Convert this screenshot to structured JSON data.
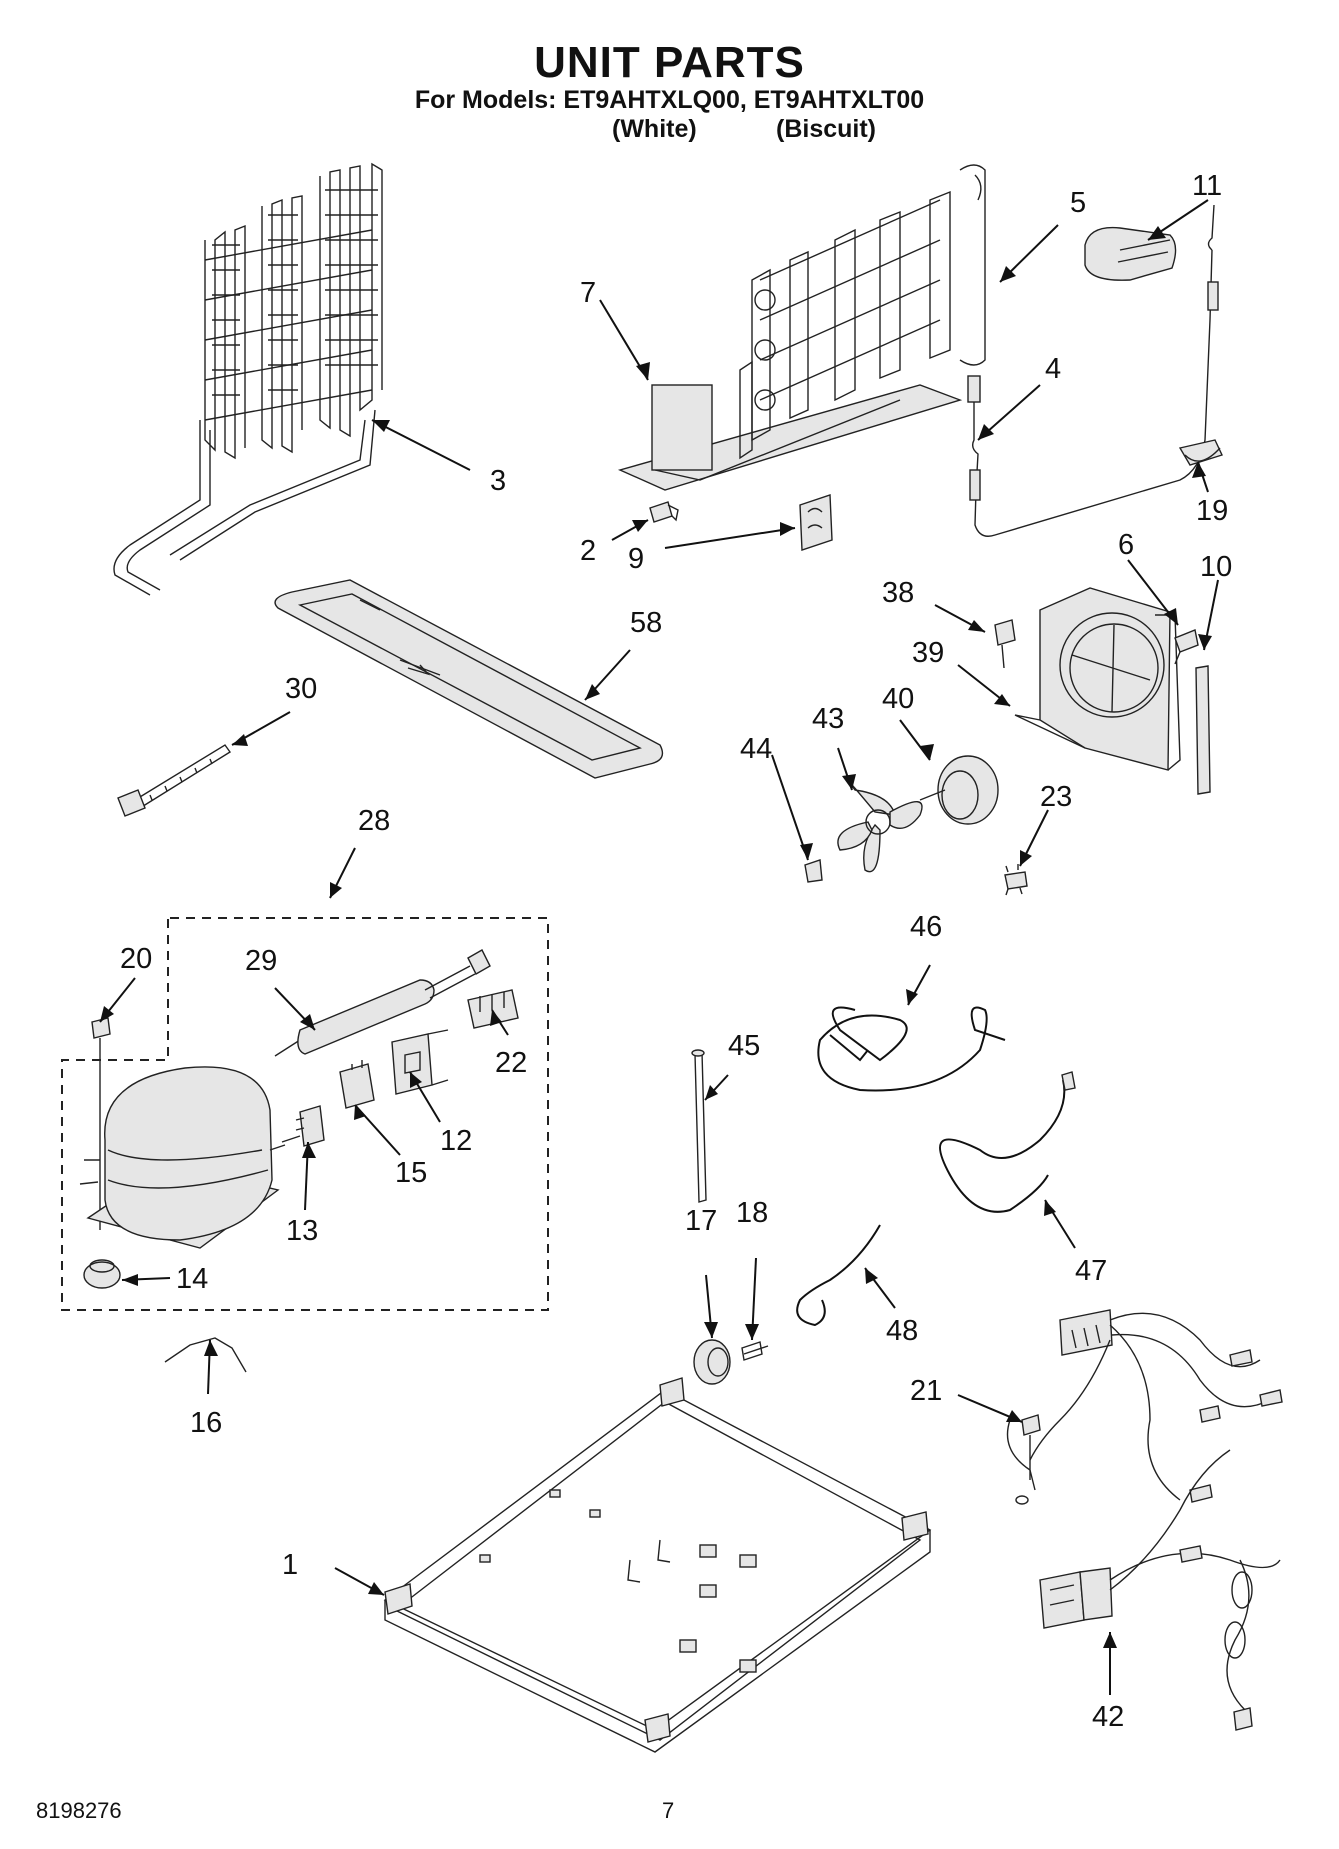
{
  "header": {
    "title": "UNIT PARTS",
    "models_line": "For Models: ET9AHTXLQ00, ET9AHTXLT00",
    "variant_white": "(White)",
    "variant_biscuit": "(Biscuit)"
  },
  "callouts": {
    "c1": "1",
    "c2": "2",
    "c3": "3",
    "c4": "4",
    "c5": "5",
    "c6": "6",
    "c7": "7",
    "c9": "9",
    "c10": "10",
    "c11": "11",
    "c12": "12",
    "c13": "13",
    "c14": "14",
    "c15": "15",
    "c16": "16",
    "c17": "17",
    "c18": "18",
    "c19": "19",
    "c20": "20",
    "c21": "21",
    "c22": "22",
    "c23": "23",
    "c28": "28",
    "c29": "29",
    "c30": "30",
    "c38": "38",
    "c39": "39",
    "c40": "40",
    "c42": "42",
    "c43": "43",
    "c44": "44",
    "c45": "45",
    "c46": "46",
    "c47": "47",
    "c48": "48",
    "c58": "58"
  },
  "footer": {
    "doc_number": "8198276",
    "page_number": "7"
  }
}
